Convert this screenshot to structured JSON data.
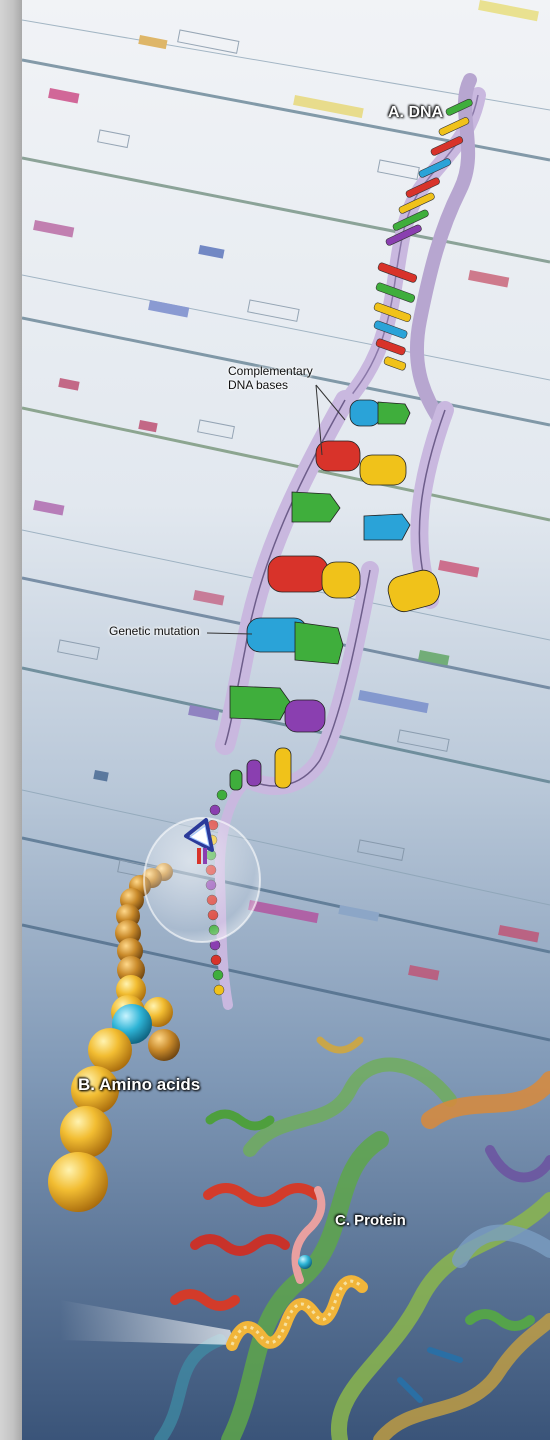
{
  "labels": {
    "dna": "A. DNA",
    "complementary_line1": "Complementary",
    "complementary_line2": "DNA bases",
    "mutation": "Genetic mutation",
    "amino_acids": "B. Amino acids",
    "protein": "C. Protein"
  },
  "colors": {
    "background_top": "#eef1f4",
    "background_bottom": "#3c5a83",
    "backbone": "#c6b5dd",
    "base_red": "#d8332a",
    "base_yellow": "#f0c21a",
    "base_green": "#3fae3c",
    "base_blue": "#2aa3d8",
    "base_purple": "#8a3fb0",
    "amino_gold": "#e2a126",
    "amino_cyan": "#29b1d3"
  }
}
